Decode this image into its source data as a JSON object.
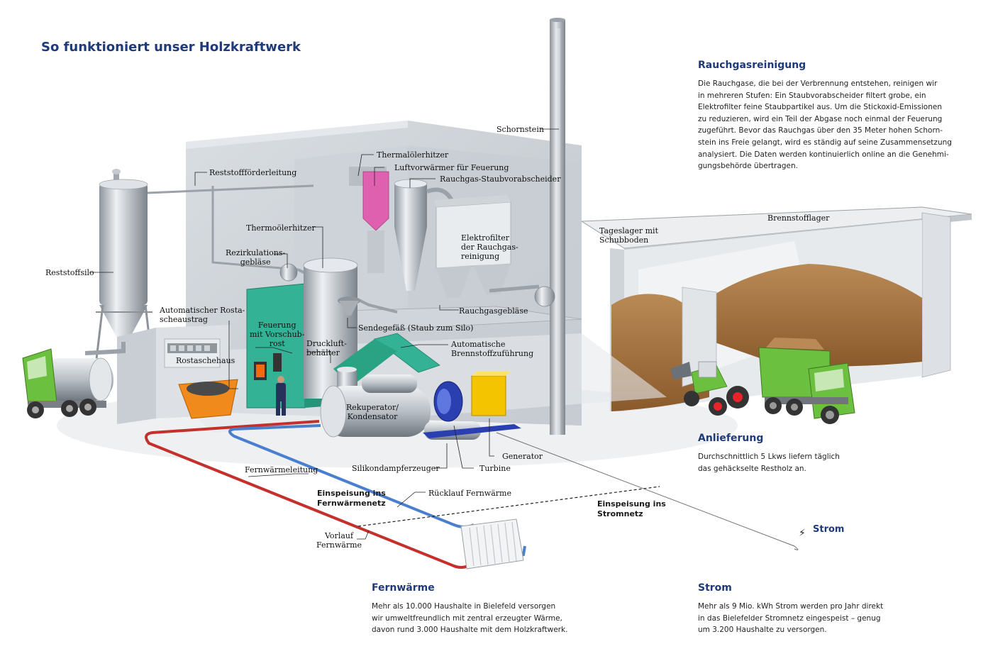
{
  "title": "So funktioniert unser Holzkraftwerk",
  "sections": {
    "rauchgas": {
      "heading": "Rauchgasreinigung",
      "text": "Die Rauchgase, die bei der Verbrennung entstehen, reinigen wir\nin mehreren Stufen: Ein Staubvorabscheider filtert grobe, ein\nElektrofilter feine Staubpartikel aus. Um die Stickoxid-Emissionen\nzu reduzieren, wird ein Teil der Abgase noch einmal der Feuerung\nzugeführt. Bevor das Rauchgas über den 35 Meter hohen Schorn-\nstein ins Freie gelangt, wird es ständig auf seine Zusammensetzung\nanalysiert. Die Daten werden kontinuierlich online an die Genehmi-\ngungsbehörde übertragen."
    },
    "anlieferung": {
      "heading": "Anlieferung",
      "text": "Durchschnittlich 5 Lkws liefern täglich\ndas gehäckselte Restholz an."
    },
    "fernwaerme": {
      "heading": "Fernwärme",
      "text": "Mehr als 10.000 Haushalte in Bielefeld versorgen\nwir umweltfreundlich mit zentral erzeugter Wärme,\ndavon rund 3.000 Haushalte mit dem Holzkraftwerk."
    },
    "strom": {
      "heading": "Strom",
      "text": "Mehr als 9 Mio. kWh Strom werden pro Jahr direkt\nin das Bielefelder Stromnetz eingespeist – genug\num 3.200 Haushalte zu versorgen."
    }
  },
  "labels": {
    "schornstein": "Schornstein",
    "thermaloelerhitzer": "Thermalölerhitzer",
    "luftvorwaermer": "Luftvorwärmer für Feuerung",
    "rauchgas_staub": "Rauchgas-Staubvorabscheider",
    "reststofffoerder": "Reststoffförderleitung",
    "thermooelerhitzer": "Thermoölerhitzer",
    "rezirkulation": "Rezirkulations-\ngebläse",
    "reststoffsilo": "Reststoffsilo",
    "elektrofilter": "Elektrofilter\nder Rauchgas-\nreinigung",
    "rauchgasgeblaese": "Rauchgasgebläse",
    "sendegefaess": "Sendegefäß (Staub zum Silo)",
    "rostascheaustrag": "Automatischer Rosta-\nscheaustrag",
    "feuerung": "Feuerung\nmit Vorschub-\nrost",
    "druckluft": "Druckluft-\nbehälter",
    "brennstoffzufuehrung": "Automatische\nBrennstoffzuführung",
    "rostaschehaus": "Rostaschehaus",
    "rekuperator": "Rekuperator/\nKondensator",
    "generator": "Generator",
    "silikon": "Silikondampferzeuger",
    "turbine": "Turbine",
    "fernwaermeleitung": "Fernwärmeleitung",
    "ruecklauf": "Rücklauf Fernwärme",
    "vorlauf": "Vorlauf\nFernwärme",
    "tageslager": "Tageslager mit\nSchubboden",
    "brennstofflager": "Brennstofflager",
    "einspeisung_fern": "Einspeisung ins\nFernwärmenetz",
    "einspeisung_strom": "Einspeisung ins\nStromnetz",
    "strom_tag": "Strom"
  },
  "colors": {
    "heading_blue": "#1f3a7a",
    "supply_red": "#c4302b",
    "return_blue": "#4a7fd0",
    "furnace_teal": "#33b295",
    "truck_green": "#6cc040",
    "fuel_brown": "#a06f3c",
    "air_preheater_pink": "#e060b0",
    "generator_yellow": "#f5c400",
    "turbine_blue": "#2a3fb0"
  },
  "icons": {
    "strom_symbol": "lightning-icon"
  }
}
